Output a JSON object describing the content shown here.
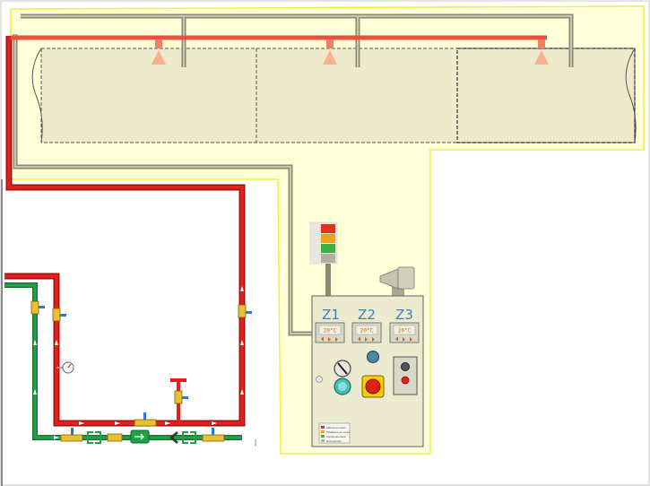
{
  "zones": [
    {
      "id": "z1",
      "label": "Z1",
      "display": "20°C"
    },
    {
      "id": "z2",
      "label": "Z2",
      "display": "20°C"
    },
    {
      "id": "z3",
      "label": "Z3",
      "display": "20°C"
    }
  ],
  "legend": [
    {
      "text": "Alarme en cours",
      "color": "#e53020"
    },
    {
      "text": "Préalarme en cours",
      "color": "#f0a020"
    },
    {
      "text": "Fonctionnement",
      "color": "#3cb040"
    },
    {
      "text": "Hors service",
      "color": "#b0b0a0"
    }
  ],
  "colors": {
    "pipe_red": "#e0201c",
    "pipe_green": "#22a048",
    "pipe_grey": "#a8a890",
    "zone_fill": "#ffffd8",
    "zone_border": "#f0f040",
    "room_fill": "#eeebcc",
    "panel_fill": "#ecebd0",
    "zone_label": "#3d7fc4"
  },
  "beacon_lights": [
    "red",
    "orange",
    "green",
    "grey"
  ]
}
